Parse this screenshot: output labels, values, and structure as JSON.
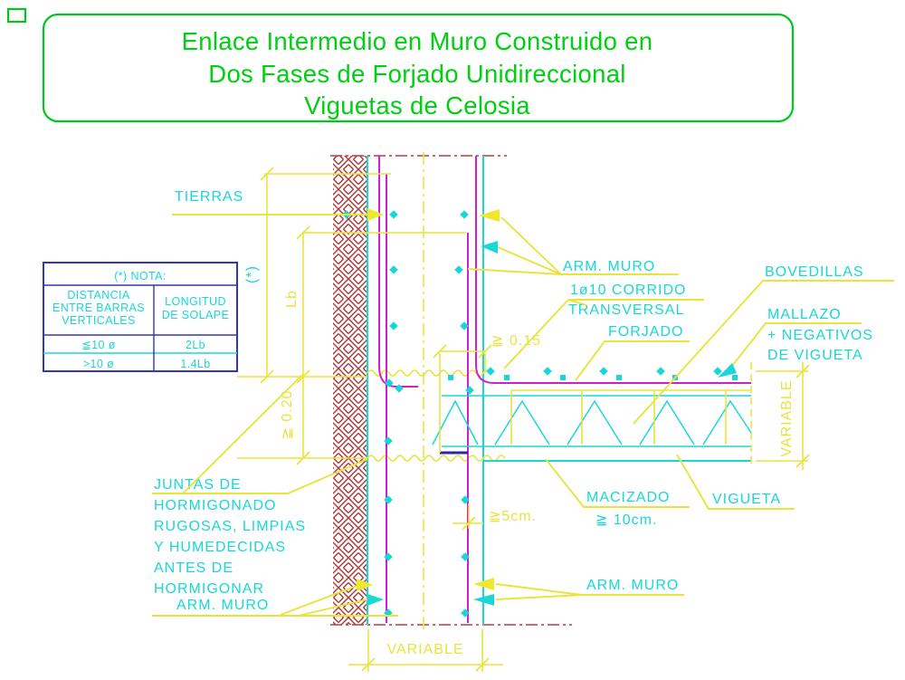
{
  "title": {
    "line1": "Enlace Intermedio en Muro Construido en",
    "line2": "Dos Fases de Forjado Unidireccional",
    "line3": "Viguetas de Celosia"
  },
  "note_table": {
    "header": "(*) NOTA:",
    "col1_header": [
      "DISTANCIA",
      "ENTRE BARRAS",
      "VERTICALES"
    ],
    "col2_header": [
      "LONGITUD",
      "DE SOLAPE"
    ],
    "rows": [
      {
        "distancia": "≦10 ø",
        "solape": "2Lb"
      },
      {
        "distancia": ">10 ø",
        "solape": "1.4Lb"
      }
    ]
  },
  "labels": {
    "tierras": "TIERRAS",
    "arm_muro_top": "ARM. MURO",
    "corrido_line1": "1ø10 CORRIDO",
    "corrido_line2": "TRANSVERSAL",
    "forjado": "FORJADO",
    "bovedillas": "BOVEDILLAS",
    "mallazo_line1": "MALLAZO",
    "mallazo_line2": "+ NEGATIVOS",
    "mallazo_line3": "DE VIGUETA",
    "vigueta": "VIGUETA",
    "macizado_line1": "MACIZADO",
    "macizado_line2": "≧ 10cm.",
    "arm_muro_bottom_left": "ARM. MURO",
    "arm_muro_bottom_right": "ARM. MURO",
    "juntas": [
      "JUNTAS DE",
      "HORMIGONADO",
      "RUGOSAS, LIMPIAS",
      "Y HUMEDECIDAS",
      "ANTES DE",
      "HORMIGONAR"
    ]
  },
  "dims": {
    "lb": "Lb",
    "note_star": "(*)",
    "d020": "≧ 0.20",
    "d015": "≧ 0.15",
    "d5cm": "≧5cm.",
    "variable_right": "VARIABLE",
    "variable_bottom": "VARIABLE"
  },
  "colors": {
    "title_green": "#00cf12",
    "label_cyan": "#19d7d7",
    "dimension_yellow": "#e9e43c",
    "rebar_magenta": "#cf1fcf",
    "hatch_red": "#b03c3c",
    "table_blue": "#3434bb",
    "accent_navy": "#2a2aa0",
    "background": "#ffffff"
  }
}
